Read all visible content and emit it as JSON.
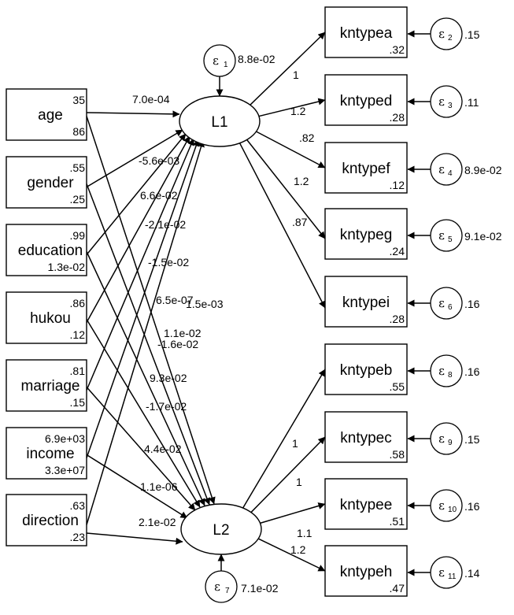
{
  "observed_left": [
    {
      "id": "age",
      "name": "age",
      "mean": "35",
      "var": "86"
    },
    {
      "id": "gender",
      "name": "gender",
      "mean": ".55",
      "var": ".25"
    },
    {
      "id": "education",
      "name": "education",
      "mean": ".99",
      "var": "1.3e-02"
    },
    {
      "id": "hukou",
      "name": "hukou",
      "mean": ".86",
      "var": ".12"
    },
    {
      "id": "marriage",
      "name": "marriage",
      "mean": ".81",
      "var": ".15"
    },
    {
      "id": "income",
      "name": "income",
      "mean": "6.9e+03",
      "var": "3.3e+07"
    },
    {
      "id": "direction",
      "name": "direction",
      "mean": ".63",
      "var": ".23"
    }
  ],
  "latent": [
    {
      "id": "L1",
      "name": "L1",
      "error": {
        "symbol": "ε",
        "index": "1",
        "value": "8.8e-02"
      }
    },
    {
      "id": "L2",
      "name": "L2",
      "error": {
        "symbol": "ε",
        "index": "7",
        "value": "7.1e-02"
      }
    }
  ],
  "indicators": [
    {
      "id": "kntypea",
      "name": "kntypea",
      "intercept": ".32",
      "loading": "1",
      "error_index": "2",
      "error_value": ".15",
      "latent": "L1"
    },
    {
      "id": "kntyped",
      "name": "kntyped",
      "intercept": ".28",
      "loading": "1.2",
      "error_index": "3",
      "error_value": ".11",
      "latent": "L1"
    },
    {
      "id": "kntypef",
      "name": "kntypef",
      "intercept": ".12",
      "loading": ".82",
      "error_index": "4",
      "error_value": "8.9e-02",
      "latent": "L1"
    },
    {
      "id": "kntypeg",
      "name": "kntypeg",
      "intercept": ".24",
      "loading": "1.2",
      "error_index": "5",
      "error_value": "9.1e-02",
      "latent": "L1"
    },
    {
      "id": "kntypei",
      "name": "kntypei",
      "intercept": ".28",
      "loading": ".87",
      "error_index": "6",
      "error_value": ".16",
      "latent": "L1"
    },
    {
      "id": "kntypeb",
      "name": "kntypeb",
      "intercept": ".55",
      "loading": "1",
      "error_index": "8",
      "error_value": ".16",
      "latent": "L2"
    },
    {
      "id": "kntypec",
      "name": "kntypec",
      "intercept": ".58",
      "loading": "1",
      "error_index": "9",
      "error_value": ".15",
      "latent": "L2"
    },
    {
      "id": "kntypee",
      "name": "kntypee",
      "intercept": ".51",
      "loading": "1.1",
      "error_index": "10",
      "error_value": ".16",
      "latent": "L2"
    },
    {
      "id": "kntypeh",
      "name": "kntypeh",
      "intercept": ".47",
      "loading": "1.2",
      "error_index": "11",
      "error_value": ".14",
      "latent": "L2"
    }
  ],
  "paths_L1": [
    {
      "from": "age",
      "coef": "7.0e-04"
    },
    {
      "from": "gender",
      "coef": "-5.6e-03"
    },
    {
      "from": "education",
      "coef": "6.6e-02"
    },
    {
      "from": "hukou",
      "coef": "-2.1e-02"
    },
    {
      "from": "marriage",
      "coef": "-1.5e-02"
    },
    {
      "from": "income",
      "coef": "6.5e-07"
    },
    {
      "from": "direction",
      "coef": "1.5e-03"
    }
  ],
  "paths_L2": [
    {
      "from": "age",
      "coef": "1.1e-02"
    },
    {
      "from": "gender",
      "coef": "-1.6e-02"
    },
    {
      "from": "education",
      "coef": "9.3e-02"
    },
    {
      "from": "hukou",
      "coef": "-1.7e-02"
    },
    {
      "from": "marriage",
      "coef": "4.4e-02"
    },
    {
      "from": "income",
      "coef": "1.1e-06"
    },
    {
      "from": "direction",
      "coef": "2.1e-02"
    }
  ]
}
